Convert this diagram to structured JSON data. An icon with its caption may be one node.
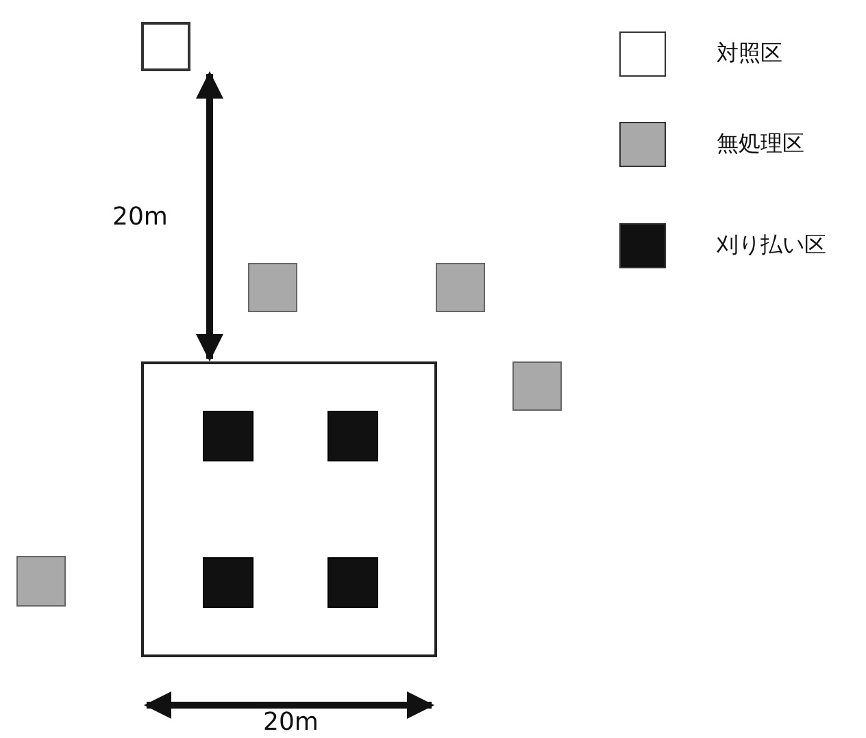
{
  "diagram": {
    "nodes": [
      {
        "text": [],
        "shape": "box"
      },
      {
        "text": [],
        "shape": "box"
      },
      {
        "text": [],
        "shape": "box"
      },
      {
        "text": [],
        "shape": "box"
      },
      {
        "text": [],
        "shape": "box"
      },
      {
        "text": [],
        "shape": "box",
        "in": 4
      },
      {
        "text": [],
        "shape": "box",
        "in": 4
      },
      {
        "text": [],
        "shape": "box",
        "in": 4
      },
      {
        "text": [],
        "shape": "box",
        "in": 4
      },
      {
        "text": [],
        "shape": "box"
      }
    ],
    "edges": [
      {
        "from": 0,
        "to": 4,
        "arrow": "both",
        "label": "20m"
      }
    ],
    "labels": [
      "20m"
    ],
    "legend": [
      {
        "text": "対照区",
        "color": "#ffffff"
      },
      {
        "text": "無処理区",
        "color": "#a9a9a9"
      },
      {
        "text": "刈り払い区",
        "color": "#111111"
      }
    ]
  }
}
